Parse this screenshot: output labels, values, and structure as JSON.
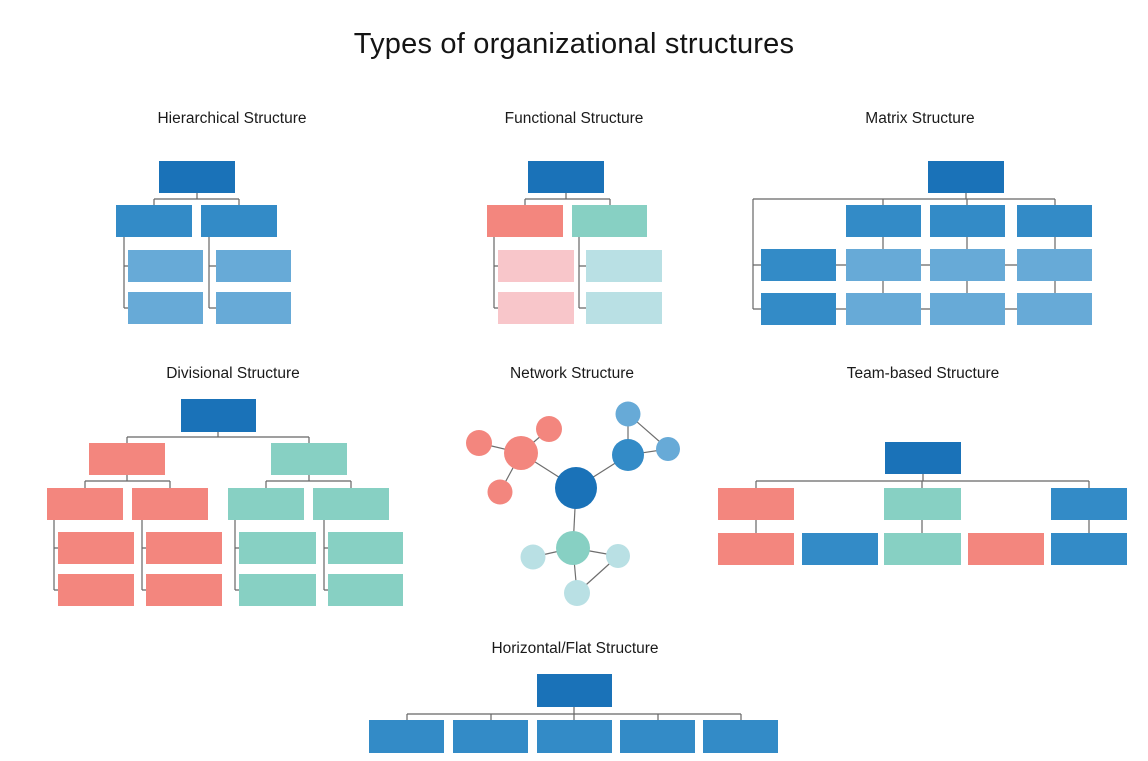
{
  "page_title": "Types of organizational structures",
  "palette": {
    "dark_blue": "#1a72b8",
    "mid_blue": "#338bc7",
    "light_blue": "#67aad7",
    "salmon": "#f3867e",
    "light_pink": "#f8c6ca",
    "teal": "#87d0c3",
    "light_teal": "#b9e0e4",
    "connector_gray": "#666666",
    "title_text": "#141414"
  },
  "sections": [
    {
      "id": "hierarchical",
      "title": "Hierarchical Structure",
      "structure": {
        "type": "tree",
        "levels": [
          {
            "count": 1,
            "color": "dark_blue"
          },
          {
            "count": 2,
            "color": "mid_blue"
          },
          {
            "count": 4,
            "color": "light_blue",
            "note": "two stacked children under each level-2 box"
          }
        ]
      }
    },
    {
      "id": "functional",
      "title": "Functional Structure",
      "structure": {
        "type": "tree",
        "levels": [
          {
            "count": 1,
            "color": "dark_blue"
          },
          {
            "count": 2,
            "colors": [
              "salmon",
              "teal"
            ]
          },
          {
            "count": 4,
            "colors": [
              "light_pink",
              "light_pink",
              "light_teal",
              "light_teal"
            ]
          }
        ]
      }
    },
    {
      "id": "matrix",
      "title": "Matrix Structure",
      "structure": {
        "type": "grid",
        "top": {
          "count": 1,
          "color": "dark_blue"
        },
        "column_headers": {
          "count": 3,
          "color": "mid_blue"
        },
        "row_headers": {
          "count": 2,
          "color": "mid_blue"
        },
        "cells": {
          "rows": 2,
          "cols": 3,
          "color": "light_blue"
        }
      }
    },
    {
      "id": "divisional",
      "title": "Divisional Structure",
      "structure": {
        "type": "tree",
        "levels": [
          {
            "count": 1,
            "color": "dark_blue"
          },
          {
            "count": 2,
            "colors": [
              "salmon",
              "teal"
            ]
          },
          {
            "count": 4,
            "colors": [
              "salmon",
              "salmon",
              "teal",
              "teal"
            ]
          },
          {
            "count": 8,
            "colors": [
              "salmon",
              "salmon",
              "salmon",
              "salmon",
              "teal",
              "teal",
              "teal",
              "teal"
            ]
          }
        ]
      }
    },
    {
      "id": "network",
      "title": "Network Structure",
      "structure": {
        "type": "network",
        "hub_color": "dark_blue",
        "clusters": [
          {
            "center_color": "salmon",
            "satellites": 3,
            "satellite_color": "salmon"
          },
          {
            "center_color": "mid_blue",
            "satellites": 2,
            "satellite_color": "light_blue"
          },
          {
            "center_color": "teal",
            "satellites": 3,
            "satellite_color": "light_teal"
          }
        ]
      }
    },
    {
      "id": "team_based",
      "title": "Team-based Structure",
      "structure": {
        "type": "teams",
        "top_color": "dark_blue",
        "team_leads": [
          "salmon",
          "teal",
          "mid_blue"
        ],
        "members_row": [
          "salmon",
          "mid_blue",
          "teal",
          "salmon",
          "mid_blue"
        ]
      }
    },
    {
      "id": "horizontal_flat",
      "title": "Horizontal/Flat Structure",
      "structure": {
        "type": "flat",
        "top": {
          "count": 1,
          "color": "dark_blue"
        },
        "reports": {
          "count": 5,
          "color": "mid_blue"
        }
      }
    }
  ]
}
